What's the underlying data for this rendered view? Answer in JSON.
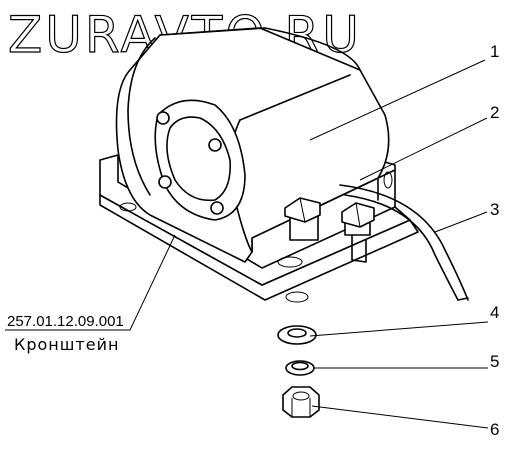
{
  "watermark": "ZURAVTO.RU",
  "part": {
    "number": "257.01.12.09.001",
    "name": "Кронштейн"
  },
  "callouts": [
    "1",
    "2",
    "3",
    "4",
    "5",
    "6"
  ]
}
